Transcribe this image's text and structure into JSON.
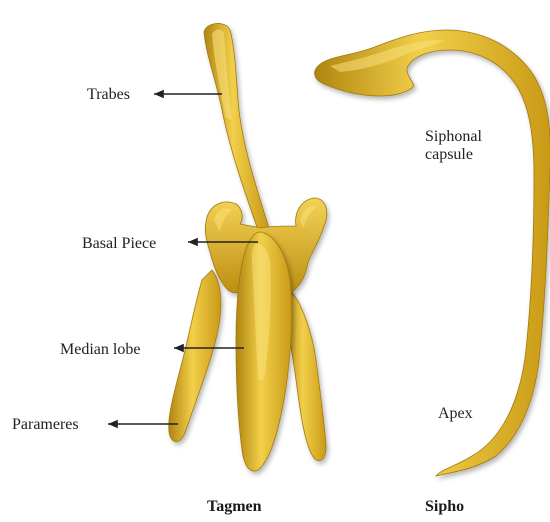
{
  "labels": {
    "trabes": "Trabes",
    "basal_piece": "Basal Piece",
    "median_lobe": "Median lobe",
    "parameres": "Parameres",
    "siphonal_capsule": "Siphonal capsule",
    "apex": "Apex"
  },
  "captions": {
    "tagmen": "Tagmen",
    "sipho": "Sipho"
  },
  "colors": {
    "structure_fill": "#E2B626",
    "structure_shade": "#B08510",
    "structure_highlight": "#F7DC6A",
    "arrow": "#222222"
  }
}
